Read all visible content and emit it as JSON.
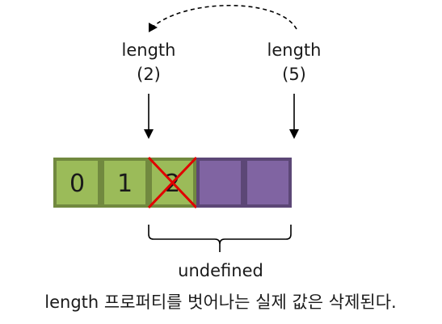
{
  "labels": {
    "left_line1": "length",
    "left_line2": "(2)",
    "right_line1": "length",
    "right_line2": "(5)"
  },
  "cells": [
    {
      "text": "0",
      "state": "kept"
    },
    {
      "text": "1",
      "state": "kept"
    },
    {
      "text": "2",
      "state": "deleted"
    },
    {
      "text": "",
      "state": "undefined"
    },
    {
      "text": "",
      "state": "undefined"
    }
  ],
  "caption": {
    "line1": "undefined",
    "line2": "length 프로퍼티를 벗어나는 실제 값은 삭제된다."
  },
  "colors": {
    "kept_fill": "#9bbb59",
    "kept_stroke": "#71893f",
    "undefined_fill": "#8064a2",
    "undefined_stroke": "#5c4776",
    "cross": "#e00000",
    "line": "#000000"
  }
}
